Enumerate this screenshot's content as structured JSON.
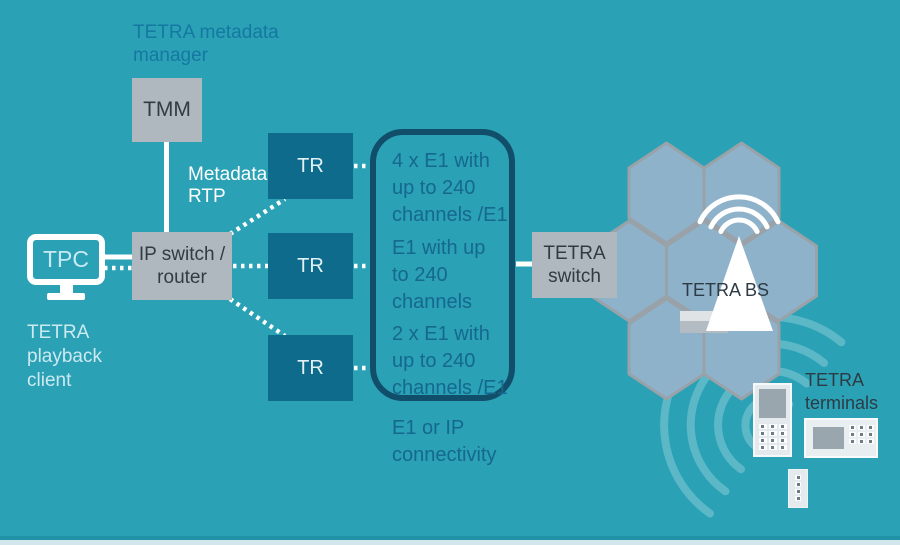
{
  "title": "TETRA system connectivity diagram",
  "colors": {
    "background": "#2aa1b5",
    "node_gray": "#aeb8be",
    "node_dark_teal": "#0e6b8b",
    "group_outline_blue": "#114e6a",
    "hexagon_fill": "#8fb2cb",
    "hexagon_stroke": "#99a2a9",
    "note_text_blue": "#15688e",
    "caption_blue": "#1578a2",
    "caption_light": "#cde9f1",
    "ink_dark": "#2d3b44",
    "radio_wave_teal": "#5cb8c7",
    "connector_white": "#ffffff",
    "footer_strip_light": "#d3e6ec"
  },
  "labels": {
    "tmm_caption": "TETRA metadata\nmanager",
    "tmm": "TMM",
    "metadata_rtp": "Metadata\nRTP",
    "tpc": "TPC",
    "tpc_caption": "TETRA\nplayback\nclient",
    "ip_switch": "IP switch /\nrouter",
    "tr": "TR",
    "e1_1": "4 x E1 with\nup to 240\nchannels /E1",
    "e1_2": "E1 with up\nto 240\nchannels",
    "e1_3": "2 x E1 with\nup to 240\nchannels /E1",
    "connectivity": "E1 or IP\nconnectivity",
    "tetra_switch": "TETRA\nswitch",
    "tetra_bs": "TETRA BS",
    "tetra_terminals": "TETRA\nterminals"
  }
}
